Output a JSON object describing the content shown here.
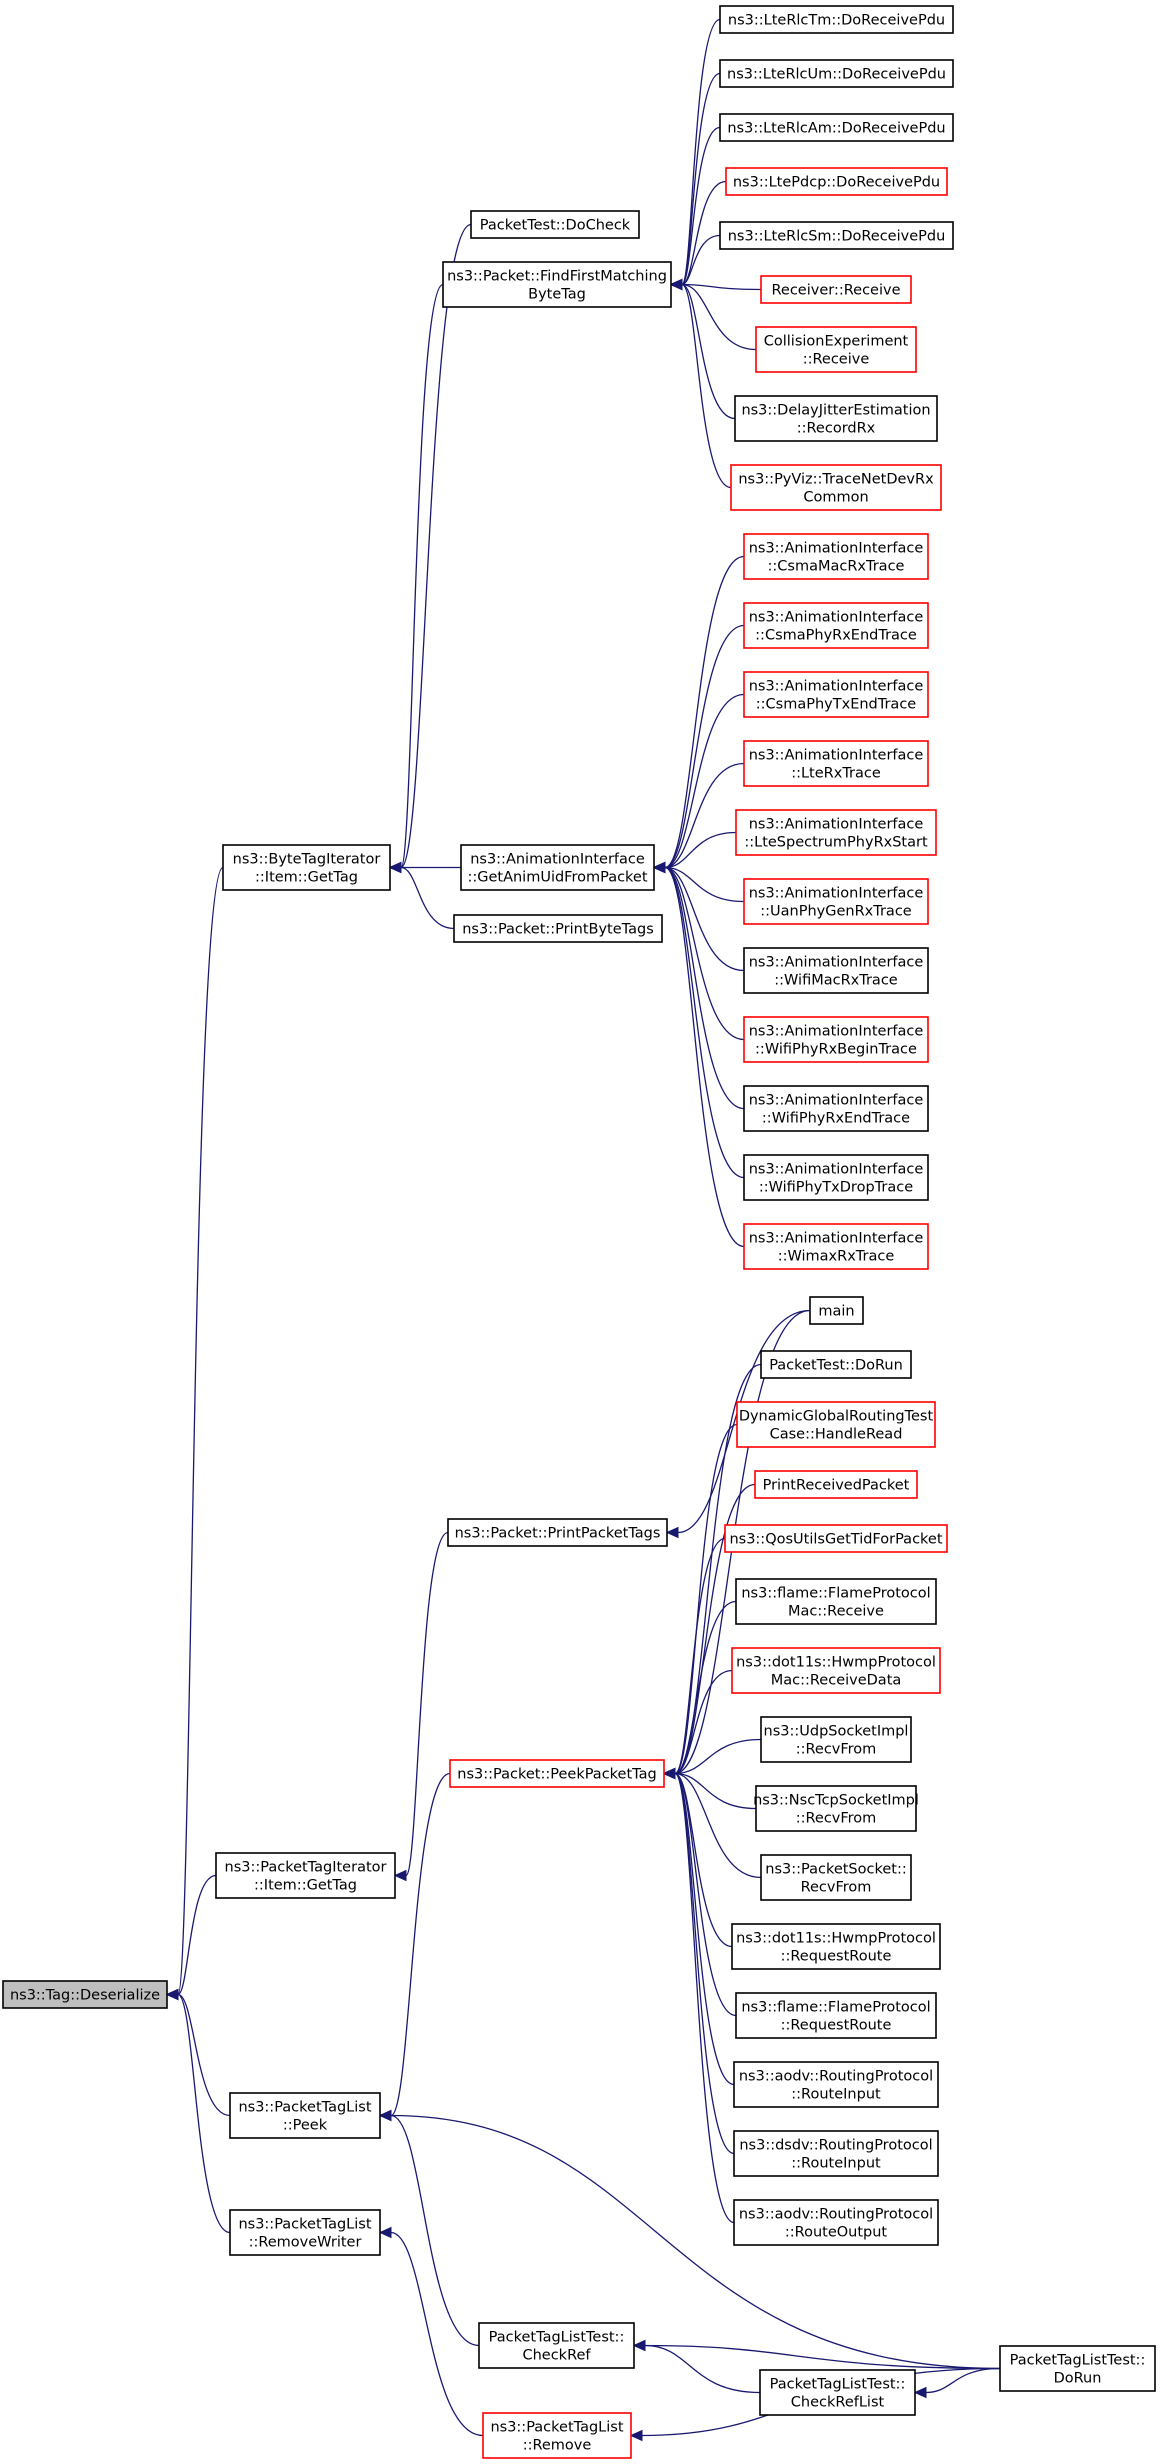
{
  "diagram": {
    "type": "doxygen-caller-graph",
    "colors": {
      "edge": "#191970",
      "root_fill": "#bfbfbf",
      "normal_border": "#000000",
      "truncated_border": "#ff0000",
      "node_fill": "#ffffff"
    },
    "nodes": [
      {
        "id": "deserialize",
        "lines": [
          "ns3::Tag::Deserialize"
        ],
        "style": "root"
      },
      {
        "id": "bti_gettag",
        "lines": [
          "ns3::ByteTagIterator",
          "::Item::GetTag"
        ],
        "style": "normal"
      },
      {
        "id": "pti_gettag",
        "lines": [
          "ns3::PacketTagIterator",
          "::Item::GetTag"
        ],
        "style": "normal"
      },
      {
        "id": "ptl_peek",
        "lines": [
          "ns3::PacketTagList",
          "::Peek"
        ],
        "style": "normal"
      },
      {
        "id": "ptl_removewriter",
        "lines": [
          "ns3::PacketTagList",
          "::RemoveWriter"
        ],
        "style": "normal"
      },
      {
        "id": "packettest_docheck",
        "lines": [
          "PacketTest::DoCheck"
        ],
        "style": "normal"
      },
      {
        "id": "findfirst",
        "lines": [
          "ns3::Packet::FindFirstMatching",
          "ByteTag"
        ],
        "style": "normal"
      },
      {
        "id": "getanimuid",
        "lines": [
          "ns3::AnimationInterface",
          "::GetAnimUidFromPacket"
        ],
        "style": "normal"
      },
      {
        "id": "printbytetags",
        "lines": [
          "ns3::Packet::PrintByteTags"
        ],
        "style": "normal"
      },
      {
        "id": "printpackettags",
        "lines": [
          "ns3::Packet::PrintPacketTags"
        ],
        "style": "normal"
      },
      {
        "id": "peekpackettag",
        "lines": [
          "ns3::Packet::PeekPacketTag"
        ],
        "style": "truncated"
      },
      {
        "id": "checkref",
        "lines": [
          "PacketTagListTest::",
          "CheckRef"
        ],
        "style": "normal"
      },
      {
        "id": "checkreflist",
        "lines": [
          "PacketTagListTest::",
          "CheckRefList"
        ],
        "style": "normal"
      },
      {
        "id": "ptl_remove",
        "lines": [
          "ns3::PacketTagList",
          "::Remove"
        ],
        "style": "truncated"
      },
      {
        "id": "ptltest_dorun",
        "lines": [
          "PacketTagListTest::",
          "DoRun"
        ],
        "style": "normal"
      },
      {
        "id": "rlctm",
        "lines": [
          "ns3::LteRlcTm::DoReceivePdu"
        ],
        "style": "normal"
      },
      {
        "id": "rlcum",
        "lines": [
          "ns3::LteRlcUm::DoReceivePdu"
        ],
        "style": "normal"
      },
      {
        "id": "rlcam",
        "lines": [
          "ns3::LteRlcAm::DoReceivePdu"
        ],
        "style": "normal"
      },
      {
        "id": "pdcp",
        "lines": [
          "ns3::LtePdcp::DoReceivePdu"
        ],
        "style": "truncated"
      },
      {
        "id": "rlcsm",
        "lines": [
          "ns3::LteRlcSm::DoReceivePdu"
        ],
        "style": "normal"
      },
      {
        "id": "receiver",
        "lines": [
          "Receiver::Receive"
        ],
        "style": "truncated"
      },
      {
        "id": "collision",
        "lines": [
          "CollisionExperiment",
          "::Receive"
        ],
        "style": "truncated"
      },
      {
        "id": "delayjitter",
        "lines": [
          "ns3::DelayJitterEstimation",
          "::RecordRx"
        ],
        "style": "normal"
      },
      {
        "id": "pyviz",
        "lines": [
          "ns3::PyViz::TraceNetDevRx",
          "Common"
        ],
        "style": "truncated"
      },
      {
        "id": "csmamacrx",
        "lines": [
          "ns3::AnimationInterface",
          "::CsmaMacRxTrace"
        ],
        "style": "truncated"
      },
      {
        "id": "csmaphyrxend",
        "lines": [
          "ns3::AnimationInterface",
          "::CsmaPhyRxEndTrace"
        ],
        "style": "truncated"
      },
      {
        "id": "csmaphytxend",
        "lines": [
          "ns3::AnimationInterface",
          "::CsmaPhyTxEndTrace"
        ],
        "style": "truncated"
      },
      {
        "id": "lterx",
        "lines": [
          "ns3::AnimationInterface",
          "::LteRxTrace"
        ],
        "style": "truncated"
      },
      {
        "id": "ltespectrum",
        "lines": [
          "ns3::AnimationInterface",
          "::LteSpectrumPhyRxStart"
        ],
        "style": "truncated"
      },
      {
        "id": "uanphy",
        "lines": [
          "ns3::AnimationInterface",
          "::UanPhyGenRxTrace"
        ],
        "style": "truncated"
      },
      {
        "id": "wifimacrx",
        "lines": [
          "ns3::AnimationInterface",
          "::WifiMacRxTrace"
        ],
        "style": "normal"
      },
      {
        "id": "wifiphyrxbegin",
        "lines": [
          "ns3::AnimationInterface",
          "::WifiPhyRxBeginTrace"
        ],
        "style": "truncated"
      },
      {
        "id": "wifiphyrxend",
        "lines": [
          "ns3::AnimationInterface",
          "::WifiPhyRxEndTrace"
        ],
        "style": "normal"
      },
      {
        "id": "wifiphytxdrop",
        "lines": [
          "ns3::AnimationInterface",
          "::WifiPhyTxDropTrace"
        ],
        "style": "normal"
      },
      {
        "id": "wimaxrx",
        "lines": [
          "ns3::AnimationInterface",
          "::WimaxRxTrace"
        ],
        "style": "truncated"
      },
      {
        "id": "main",
        "lines": [
          "main"
        ],
        "style": "normal"
      },
      {
        "id": "packettest_dorun",
        "lines": [
          "PacketTest::DoRun"
        ],
        "style": "normal"
      },
      {
        "id": "dynglobal",
        "lines": [
          "DynamicGlobalRoutingTest",
          "Case::HandleRead"
        ],
        "style": "truncated"
      },
      {
        "id": "printreceived",
        "lines": [
          "PrintReceivedPacket"
        ],
        "style": "truncated"
      },
      {
        "id": "qosutils",
        "lines": [
          "ns3::QosUtilsGetTidForPacket"
        ],
        "style": "truncated"
      },
      {
        "id": "flamemacreceive",
        "lines": [
          "ns3::flame::FlameProtocol",
          "Mac::Receive"
        ],
        "style": "normal"
      },
      {
        "id": "hwmpmacreceive",
        "lines": [
          "ns3::dot11s::HwmpProtocol",
          "Mac::ReceiveData"
        ],
        "style": "truncated"
      },
      {
        "id": "udprecv",
        "lines": [
          "ns3::UdpSocketImpl",
          "::RecvFrom"
        ],
        "style": "normal"
      },
      {
        "id": "nsctcprecv",
        "lines": [
          "ns3::NscTcpSocketImpl",
          "::RecvFrom"
        ],
        "style": "normal"
      },
      {
        "id": "packetsocketrecv",
        "lines": [
          "ns3::PacketSocket::",
          "RecvFrom"
        ],
        "style": "normal"
      },
      {
        "id": "hwmproute",
        "lines": [
          "ns3::dot11s::HwmpProtocol",
          "::RequestRoute"
        ],
        "style": "normal"
      },
      {
        "id": "flameroute",
        "lines": [
          "ns3::flame::FlameProtocol",
          "::RequestRoute"
        ],
        "style": "normal"
      },
      {
        "id": "aodvrouteinput",
        "lines": [
          "ns3::aodv::RoutingProtocol",
          "::RouteInput"
        ],
        "style": "normal"
      },
      {
        "id": "dsdvrouteinput",
        "lines": [
          "ns3::dsdv::RoutingProtocol",
          "::RouteInput"
        ],
        "style": "normal"
      },
      {
        "id": "aodvrouteoutput",
        "lines": [
          "ns3::aodv::RoutingProtocol",
          "::RouteOutput"
        ],
        "style": "normal"
      }
    ],
    "edges": [
      [
        "bti_gettag",
        "deserialize"
      ],
      [
        "pti_gettag",
        "deserialize"
      ],
      [
        "ptl_peek",
        "deserialize"
      ],
      [
        "ptl_removewriter",
        "deserialize"
      ],
      [
        "packettest_docheck",
        "bti_gettag"
      ],
      [
        "findfirst",
        "bti_gettag"
      ],
      [
        "getanimuid",
        "bti_gettag"
      ],
      [
        "printbytetags",
        "bti_gettag"
      ],
      [
        "printpackettags",
        "pti_gettag"
      ],
      [
        "peekpackettag",
        "ptl_peek"
      ],
      [
        "checkref",
        "ptl_peek"
      ],
      [
        "ptltest_dorun",
        "ptl_peek"
      ],
      [
        "ptl_remove",
        "ptl_removewriter"
      ],
      [
        "rlctm",
        "findfirst"
      ],
      [
        "rlcum",
        "findfirst"
      ],
      [
        "rlcam",
        "findfirst"
      ],
      [
        "pdcp",
        "findfirst"
      ],
      [
        "rlcsm",
        "findfirst"
      ],
      [
        "receiver",
        "findfirst"
      ],
      [
        "collision",
        "findfirst"
      ],
      [
        "delayjitter",
        "findfirst"
      ],
      [
        "pyviz",
        "findfirst"
      ],
      [
        "csmamacrx",
        "getanimuid"
      ],
      [
        "csmaphyrxend",
        "getanimuid"
      ],
      [
        "csmaphytxend",
        "getanimuid"
      ],
      [
        "lterx",
        "getanimuid"
      ],
      [
        "ltespectrum",
        "getanimuid"
      ],
      [
        "uanphy",
        "getanimuid"
      ],
      [
        "wifimacrx",
        "getanimuid"
      ],
      [
        "wifiphyrxbegin",
        "getanimuid"
      ],
      [
        "wifiphyrxend",
        "getanimuid"
      ],
      [
        "wifiphytxdrop",
        "getanimuid"
      ],
      [
        "wimaxrx",
        "getanimuid"
      ],
      [
        "main",
        "printpackettags"
      ],
      [
        "main",
        "peekpackettag"
      ],
      [
        "packettest_dorun",
        "peekpackettag"
      ],
      [
        "dynglobal",
        "peekpackettag"
      ],
      [
        "printreceived",
        "peekpackettag"
      ],
      [
        "qosutils",
        "peekpackettag"
      ],
      [
        "flamemacreceive",
        "peekpackettag"
      ],
      [
        "hwmpmacreceive",
        "peekpackettag"
      ],
      [
        "udprecv",
        "peekpackettag"
      ],
      [
        "nsctcprecv",
        "peekpackettag"
      ],
      [
        "packetsocketrecv",
        "peekpackettag"
      ],
      [
        "hwmproute",
        "peekpackettag"
      ],
      [
        "flameroute",
        "peekpackettag"
      ],
      [
        "aodvrouteinput",
        "peekpackettag"
      ],
      [
        "dsdvrouteinput",
        "peekpackettag"
      ],
      [
        "aodvrouteoutput",
        "peekpackettag"
      ],
      [
        "ptltest_dorun",
        "checkref"
      ],
      [
        "checkreflist",
        "checkref"
      ],
      [
        "ptltest_dorun",
        "checkreflist"
      ],
      [
        "ptltest_dorun",
        "ptl_remove"
      ]
    ]
  }
}
